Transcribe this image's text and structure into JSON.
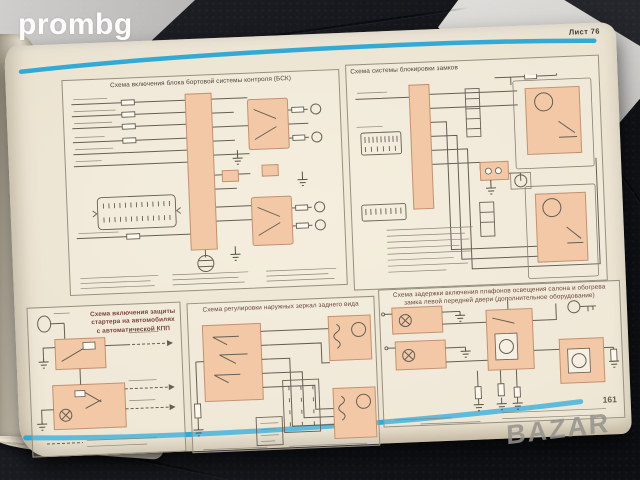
{
  "photo": {
    "watermark_top_left": "prombg",
    "watermark_bottom_right": "BAZAR"
  },
  "page": {
    "sheet_label": "Лист 76",
    "page_number": "161",
    "panels": {
      "bsk": {
        "caption": "Схема включения блока бортовой системы контроля (БСК)"
      },
      "locks": {
        "caption": "Схема системы блокировки замков"
      },
      "starter": {
        "caption": "Схема включения защиты стартера на автомобилях с автоматической КПП"
      },
      "mirrors": {
        "caption": "Схема регулировки наружных зеркал заднего вида"
      },
      "interior_light": {
        "caption": "Схема задержки включения плафонов освещения салона и обогрева замка левой передней двери (дополнительное оборудование)"
      }
    },
    "colors": {
      "accent_cyan": "#29a7d5",
      "component_fill": "#f2c8a7",
      "paper": "#ece4d1"
    }
  }
}
